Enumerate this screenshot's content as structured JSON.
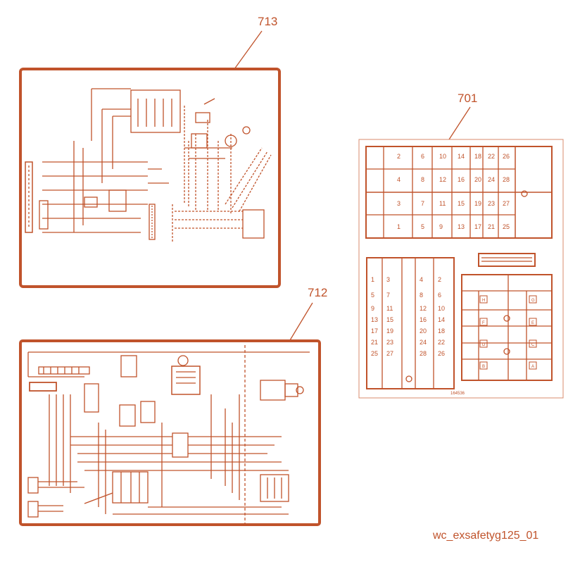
{
  "callouts": {
    "panel_713": "713",
    "panel_712": "712",
    "panel_701": "701"
  },
  "figure_id": "wc_exsafetyg125_01",
  "label_701": {
    "top_rows": {
      "upper_row_1": [
        "2",
        "6",
        "10",
        "14",
        "18",
        "22",
        "26"
      ],
      "lower_row_1": [
        "4",
        "8",
        "12",
        "16",
        "20",
        "24",
        "28"
      ],
      "upper_row_2": [
        "3",
        "7",
        "11",
        "15",
        "19",
        "23",
        "27"
      ],
      "lower_row_2": [
        "1",
        "5",
        "9",
        "13",
        "17",
        "21",
        "25"
      ]
    },
    "left_grid": {
      "col_a": [
        "1",
        "5",
        "9",
        "13",
        "17",
        "21",
        "25"
      ],
      "col_b": [
        "3",
        "7",
        "11",
        "15",
        "19",
        "23",
        "27"
      ],
      "col_c": [
        "4",
        "8",
        "12",
        "16",
        "20",
        "24",
        "28"
      ],
      "col_d": [
        "2",
        "6",
        "10",
        "14",
        "18",
        "22",
        "26"
      ]
    },
    "relay_letters_left": [
      "H",
      "F",
      "D",
      "B"
    ],
    "relay_letters_right": [
      "G",
      "E",
      "C",
      "A"
    ],
    "part_number": "164536"
  },
  "colors": {
    "line": "#c0532b"
  }
}
